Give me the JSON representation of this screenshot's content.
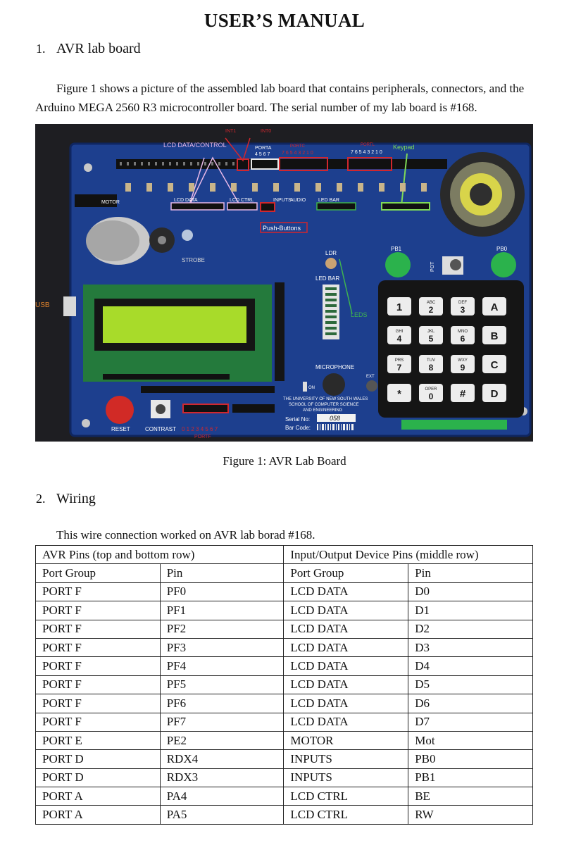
{
  "doc": {
    "title": "USER’S MANUAL",
    "section1": {
      "num": "1.",
      "title": "AVR lab board"
    },
    "intro": "Figure 1 shows a picture of the assembled lab board that contains peripherals, connectors, and the Arduino MEGA 2560 R3 microcontroller board. The serial number of my lab board is #168.",
    "caption": "Figure 1: AVR Lab Board",
    "section2": {
      "num": "2.",
      "title": "Wiring"
    },
    "wiring_note": "This wire connection worked on AVR lab borad #168."
  },
  "photo": {
    "labels": {
      "int1": "INT1",
      "int0": "INT0",
      "lcd_data_control": "LCD DATA/CONTROL",
      "porta": "PORTA",
      "porta_pins": "4 5 6 7",
      "portc": "PORTC",
      "portc_pins": "7 6 5 4 3 2 1 0",
      "portl": "PORTL",
      "portl_pins": "7 6 5 4 3 2 1 0",
      "keypad": "Keypad",
      "lcd_data": "LCD DATA",
      "lcd_ctrl": "LCD CTRL",
      "inputs": "INPUTS",
      "audio": "AUDIO",
      "led_bar": "LED BAR",
      "push_buttons": "Push-Buttons",
      "motor": "MOTOR",
      "strobe": "STROBE",
      "usb": "USB",
      "ldr": "LDR",
      "led_bar2": "LED BAR",
      "leds": "LEDS",
      "pb1": "PB1",
      "pb0": "PB0",
      "pot": "POT",
      "microphone": "MICROPHONE",
      "on": "ON",
      "ext": "EXT",
      "univ1": "THE UNIVERSITY OF NEW SOUTH WALES",
      "univ2": "SCHOOL OF COMPUTER SCIENCE",
      "univ3": "AND ENGINEERING",
      "serial_label": "Serial No:",
      "serial_value": "058",
      "barcode_label": "Bar Code:",
      "reset": "RESET",
      "contrast": "CONTRAST",
      "portf_pins": "0 1 2 3 4 5 6 7",
      "portf": "PORTF"
    },
    "keypad_keys": [
      {
        "main": "1",
        "sub": ""
      },
      {
        "main": "2",
        "sub": "ABC"
      },
      {
        "main": "3",
        "sub": "DEF"
      },
      {
        "main": "A",
        "sub": ""
      },
      {
        "main": "4",
        "sub": "GHI"
      },
      {
        "main": "5",
        "sub": "JKL"
      },
      {
        "main": "6",
        "sub": "MNO"
      },
      {
        "main": "B",
        "sub": ""
      },
      {
        "main": "7",
        "sub": "PRS"
      },
      {
        "main": "8",
        "sub": "TUV"
      },
      {
        "main": "9",
        "sub": "WXY"
      },
      {
        "main": "C",
        "sub": ""
      },
      {
        "main": "*",
        "sub": ""
      },
      {
        "main": "0",
        "sub": "OPER"
      },
      {
        "main": "#",
        "sub": ""
      },
      {
        "main": "D",
        "sub": ""
      }
    ]
  },
  "table": {
    "group_headers": [
      "AVR Pins (top and bottom row)",
      "Input/Output Device Pins (middle row)"
    ],
    "col_headers": [
      "Port Group",
      "Pin",
      "Port Group",
      "Pin"
    ],
    "rows": [
      [
        "PORT F",
        "PF0",
        "LCD DATA",
        "D0"
      ],
      [
        "PORT F",
        "PF1",
        "LCD DATA",
        "D1"
      ],
      [
        "PORT F",
        "PF2",
        "LCD DATA",
        "D2"
      ],
      [
        "PORT F",
        "PF3",
        "LCD DATA",
        "D3"
      ],
      [
        "PORT F",
        "PF4",
        "LCD DATA",
        "D4"
      ],
      [
        "PORT F",
        "PF5",
        "LCD DATA",
        "D5"
      ],
      [
        "PORT F",
        "PF6",
        "LCD DATA",
        "D6"
      ],
      [
        "PORT F",
        "PF7",
        "LCD DATA",
        "D7"
      ],
      [
        "PORT E",
        "PE2",
        "MOTOR",
        "Mot"
      ],
      [
        "PORT D",
        "RDX4",
        "INPUTS",
        "PB0"
      ],
      [
        "PORT D",
        "RDX3",
        "INPUTS",
        "PB1"
      ],
      [
        "PORT A",
        "PA4",
        "LCD CTRL",
        "BE"
      ],
      [
        "PORT A",
        "PA5",
        "LCD CTRL",
        "RW"
      ]
    ]
  }
}
